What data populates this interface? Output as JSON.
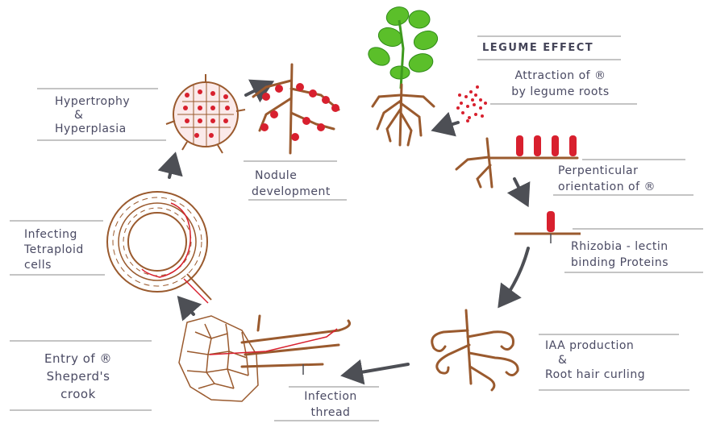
{
  "title": "LEGUME EFFECT",
  "stages": {
    "attraction": {
      "line1": "Attraction of ®",
      "line2": "by legume roots"
    },
    "orientation": {
      "line1": "Perpenticular",
      "line2": "orientation of ®"
    },
    "lectin": {
      "line1": "Rhizobia - lectin",
      "line2": "binding Proteins"
    },
    "curling": {
      "line1": "IAA production",
      "line2": "&",
      "line3": "Root hair curling"
    },
    "thread": {
      "line1": "Infection",
      "line2": "thread"
    },
    "entry": {
      "line1": "Entry of ®",
      "line2": "Sheperd's",
      "line3": "crook"
    },
    "infecting": {
      "line1": "Infecting",
      "line2": "Tetraploid",
      "line3": "cells"
    },
    "hypertrophy": {
      "line1": "Hypertrophy",
      "line2": "&",
      "line3": "Hyperplasia"
    },
    "nodule": {
      "line1": "Nodule",
      "line2": "development"
    }
  },
  "colors": {
    "arrow": "#4d4f55",
    "root": "#9a5a2e",
    "rhizobia": "#d8202e",
    "leaf": "#5bbf2a",
    "rule": "#888888",
    "text": "#4a4a63"
  }
}
